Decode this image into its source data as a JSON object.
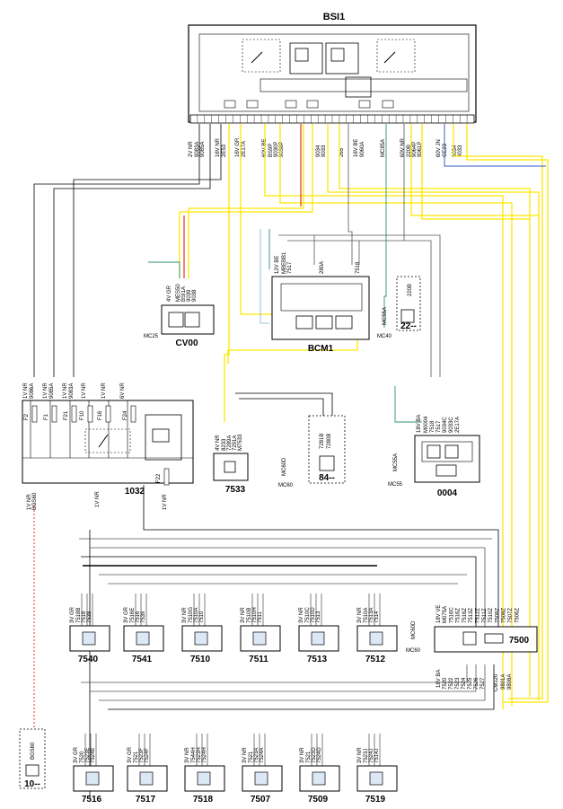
{
  "modules": {
    "bsi1": {
      "name": "BSI1"
    },
    "cv00": {
      "name": "CV00",
      "connector": "4V GR",
      "pins": [
        "MES50",
        "BSI1A",
        "9039",
        "9038"
      ],
      "ground": "MC25"
    },
    "bcm1": {
      "name": "BCM1",
      "connector": "12V BE",
      "pins": [
        "MBEBB1",
        "7517"
      ],
      "wires": [
        "280A",
        "7518"
      ]
    },
    "m22": {
      "name": "22--",
      "wire": "220B",
      "ground": "MC40",
      "ground_wire": "MC55A"
    },
    "m1032": {
      "name": "1032",
      "bottom_left": "1V NR",
      "bottom_mid": "1V NR",
      "bottom_right": "1V NR",
      "bottom_wire": "BGS60"
    },
    "m7533": {
      "name": "7533",
      "connector": "4V NR",
      "pins": [
        "8233",
        "7289A",
        "7291A",
        "M7533"
      ],
      "ground": "MC60",
      "ground_wire": "MC60D"
    },
    "m84": {
      "name": "84--",
      "pins": [
        "7281B",
        "7280B"
      ]
    },
    "m0004": {
      "name": "0004",
      "connector": "18V BA",
      "pins": [
        "M0004",
        "7518",
        "7517",
        "9034C",
        "9033C",
        "2E17A"
      ],
      "ground": "MC55",
      "ground_wire": "MC55A"
    },
    "m7500": {
      "name": "7500",
      "connector_top": "18V VE",
      "connector_bottom": "18V BA",
      "pins_top": [
        "M075A",
        "7516C",
        "7516Z",
        "7516Z",
        "7513Z",
        "7512Z",
        "7511Z",
        "7510Z",
        "7509Z",
        "7508Z",
        "7507Z",
        "7506Z"
      ],
      "pins_bottom": [
        "7520",
        "7522",
        "7523",
        "7524",
        "7525",
        "7526",
        "7527",
        "9801A",
        "9808A"
      ],
      "bus": "CM120",
      "ground": "MC60",
      "ground_wire": "MC60D"
    },
    "m10": {
      "name": "10--",
      "wire": "BGS60"
    }
  },
  "bsi_pins": [
    {
      "conn": "2V NR",
      "wires": [
        "9083A",
        "9085A"
      ]
    },
    {
      "conn": "16V NR",
      "wires": [
        "2E53"
      ]
    },
    {
      "conn": "16V GR",
      "wires": [
        "2E17A"
      ]
    },
    {
      "conn": "60V BE",
      "wires": [
        "BS9P",
        "9030P",
        "9038P"
      ]
    },
    {
      "conn": "",
      "wires": [
        "9034",
        "9033"
      ]
    },
    {
      "conn": "",
      "wires": [
        "265"
      ]
    },
    {
      "conn": "16V BE",
      "wires": [
        "9060A"
      ]
    },
    {
      "conn": "",
      "wires": [
        "MC85A"
      ]
    },
    {
      "conn": "60V NR",
      "wires": [
        "220B",
        "9064P",
        "9061P"
      ]
    },
    {
      "conn": "60V JN",
      "wires": [
        "CE23"
      ]
    },
    {
      "conn": "",
      "wires": [
        "9034",
        "9033"
      ]
    }
  ],
  "m1032_pins": [
    {
      "conn": "1V NR",
      "wire": "9086A"
    },
    {
      "conn": "1V NR",
      "wire": "9085A"
    },
    {
      "conn": "1V NR",
      "wire": "9083A"
    },
    {
      "conn": "1V NR",
      "wire": ""
    },
    {
      "conn": "1V NR",
      "wire": ""
    },
    {
      "conn": "6V NR",
      "wire": ""
    }
  ],
  "m1032_fuses": [
    "F2",
    "F1",
    "F21",
    "F10",
    "F16",
    "F24",
    "F22"
  ],
  "row1": [
    {
      "name": "7540",
      "conn": "3V GR",
      "pins": [
        "7518B",
        "7518",
        "7538"
      ]
    },
    {
      "name": "7541",
      "conn": "3V GR",
      "pins": [
        "7516E",
        "7516",
        "7539"
      ]
    },
    {
      "name": "7510",
      "conn": "3V NR",
      "pins": [
        "7510G",
        "7510A",
        "7510"
      ]
    },
    {
      "name": "7511",
      "conn": "3V NR",
      "pins": [
        "7510B",
        "7510H",
        "7511"
      ]
    },
    {
      "name": "7513",
      "conn": "3V NR",
      "pins": [
        "7510C",
        "7510D",
        "7513"
      ]
    },
    {
      "name": "7512",
      "conn": "3V NR",
      "pins": [
        "7510A",
        "7513A",
        "7514"
      ]
    }
  ],
  "row2": [
    {
      "name": "7516",
      "conn": "3V GR",
      "pins": [
        "7520",
        "7523E",
        "7524E"
      ]
    },
    {
      "name": "7517",
      "conn": "3V GR",
      "pins": [
        "7521",
        "7523F",
        "7524F"
      ]
    },
    {
      "name": "7518",
      "conn": "3V NR",
      "pins": [
        "7544H",
        "7523H",
        "7524H"
      ]
    },
    {
      "name": "7507",
      "conn": "3V NR",
      "pins": [
        "7521",
        "7523A",
        "7524A"
      ]
    },
    {
      "name": "7509",
      "conn": "3V NR",
      "pins": [
        "7521",
        "7523D",
        "7524D"
      ]
    },
    {
      "name": "7519",
      "conn": "3V NR",
      "pins": [
        "7523J",
        "7524J",
        "7514J"
      ]
    }
  ]
}
